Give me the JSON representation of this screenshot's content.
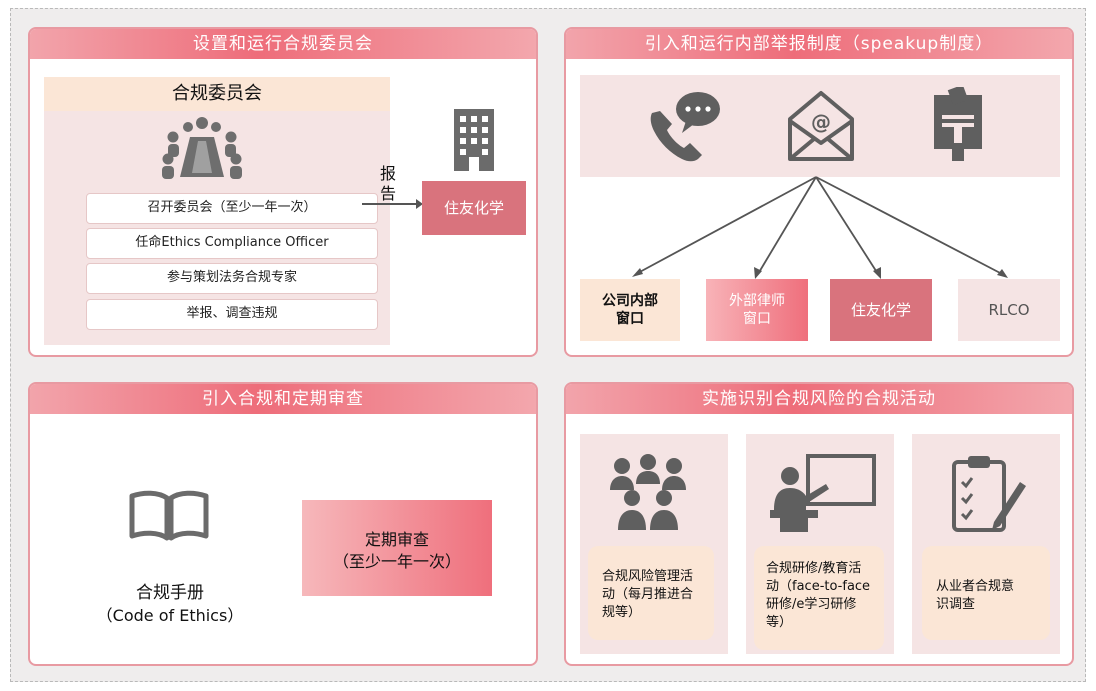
{
  "panels": {
    "committee": {
      "title": "设置和运行合规委员会",
      "subtitle": "合规委员会",
      "items": [
        "召开委员会（至少一年一次）",
        "任命Ethics Compliance Officer",
        "参与策划法务合规专家",
        "举报、调查违规"
      ],
      "report_label": "报告",
      "report_target": "住友化学"
    },
    "speakup": {
      "title": "引入和运行内部举报制度（speakup制度）",
      "channels": [
        "公司内部窗口",
        "外部律师窗口",
        "住友化学",
        "RLCO"
      ]
    },
    "review": {
      "title": "引入合规和定期审查",
      "book_label": "合规手册",
      "book_sub": "（Code of Ethics）",
      "review_label": "定期审查",
      "review_sub": "（至少一年一次）"
    },
    "activities": {
      "title": "实施识别合规风险的合规活动",
      "cards": [
        {
          "text": "合规风险管理活动（每月推进合规等）"
        },
        {
          "text": "合规研修/教育活动（face-to-face研修/e学习研修等）"
        },
        {
          "text": "从业者合规意识调查"
        }
      ]
    }
  },
  "colors": {
    "accent": "#ee6d7a",
    "peach": "#fbe6d6",
    "pink_light": "#f5e4e4",
    "rose_dark": "#d9737d"
  }
}
